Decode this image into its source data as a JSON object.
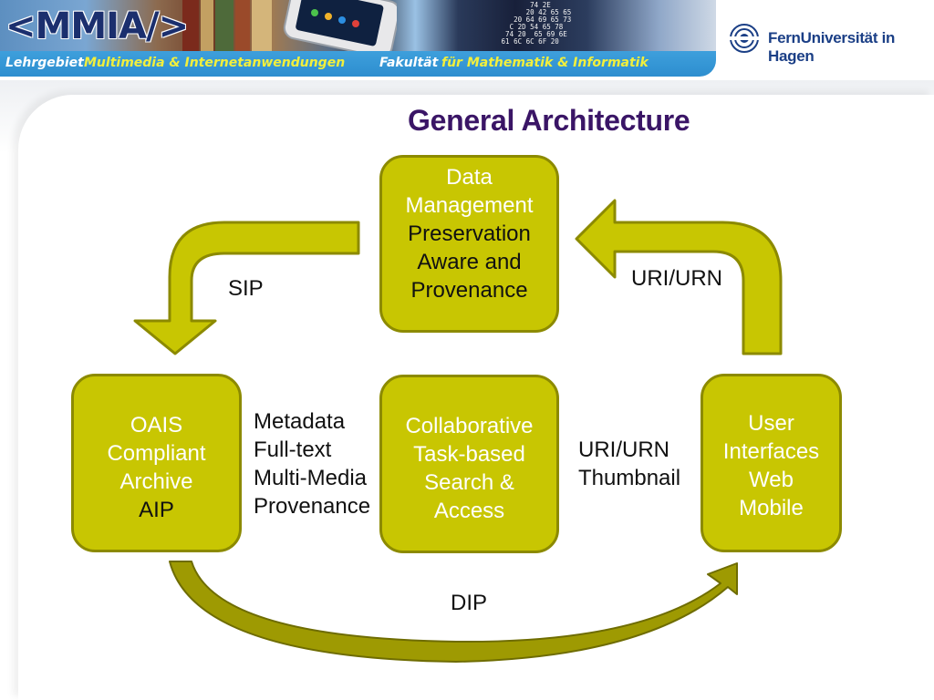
{
  "header": {
    "logo_text": "<MMIA/>",
    "lehrgebiet_label": "Lehrgebiet",
    "lehrgebiet_value": "Multimedia & Internetanwendungen",
    "fakultaet_label": "Fakultät",
    "fakultaet_value": "für Mathematik & Informatik",
    "university_name": "FernUniversität in Hagen",
    "hex_lines": [
      "          74 2E",
      "         20 42 65 65",
      "      20 64 69 65 73",
      "     C 2D 54 65 78",
      "    74 20  65 69 6E",
      "   61 6C 6C 6F 20"
    ],
    "colors": {
      "subbar_blue": "#2d8ecf",
      "label_white": "#ffffff",
      "value_yellow": "#f2ef3c",
      "university_blue": "#1b3f86"
    }
  },
  "slide": {
    "title": "General Architecture",
    "title_color": "#3a1566",
    "box_fill": "#c8c602",
    "box_border": "#8c8a00"
  },
  "diagram": {
    "data_management": {
      "lines": [
        {
          "text": "Data",
          "color": "white"
        },
        {
          "text": "Management",
          "color": "white"
        },
        {
          "text": "Preservation",
          "color": "black"
        },
        {
          "text": "Aware and",
          "color": "black"
        },
        {
          "text": "Provenance",
          "color": "black"
        }
      ]
    },
    "oais_archive": {
      "lines": [
        {
          "text": "OAIS",
          "color": "white"
        },
        {
          "text": "Compliant",
          "color": "white"
        },
        {
          "text": "Archive",
          "color": "white"
        },
        {
          "text": "AIP",
          "color": "black"
        }
      ]
    },
    "collaborative_search": {
      "lines": [
        {
          "text": "Collaborative",
          "color": "white"
        },
        {
          "text": "Task-based",
          "color": "white"
        },
        {
          "text": "Search &",
          "color": "white"
        },
        {
          "text": "Access",
          "color": "white"
        }
      ]
    },
    "user_interfaces": {
      "lines": [
        {
          "text": "User",
          "color": "white"
        },
        {
          "text": "Interfaces",
          "color": "white"
        },
        {
          "text": "Web",
          "color": "white"
        },
        {
          "text": "Mobile",
          "color": "white"
        }
      ]
    },
    "labels": {
      "sip": "SIP",
      "uri_top": "URI/URN",
      "metadata_list": [
        "Metadata",
        "Full-text",
        "Multi-Media",
        "Provenance"
      ],
      "uri_list": [
        "URI/URN",
        "Thumbnail"
      ],
      "dip": "DIP"
    }
  }
}
